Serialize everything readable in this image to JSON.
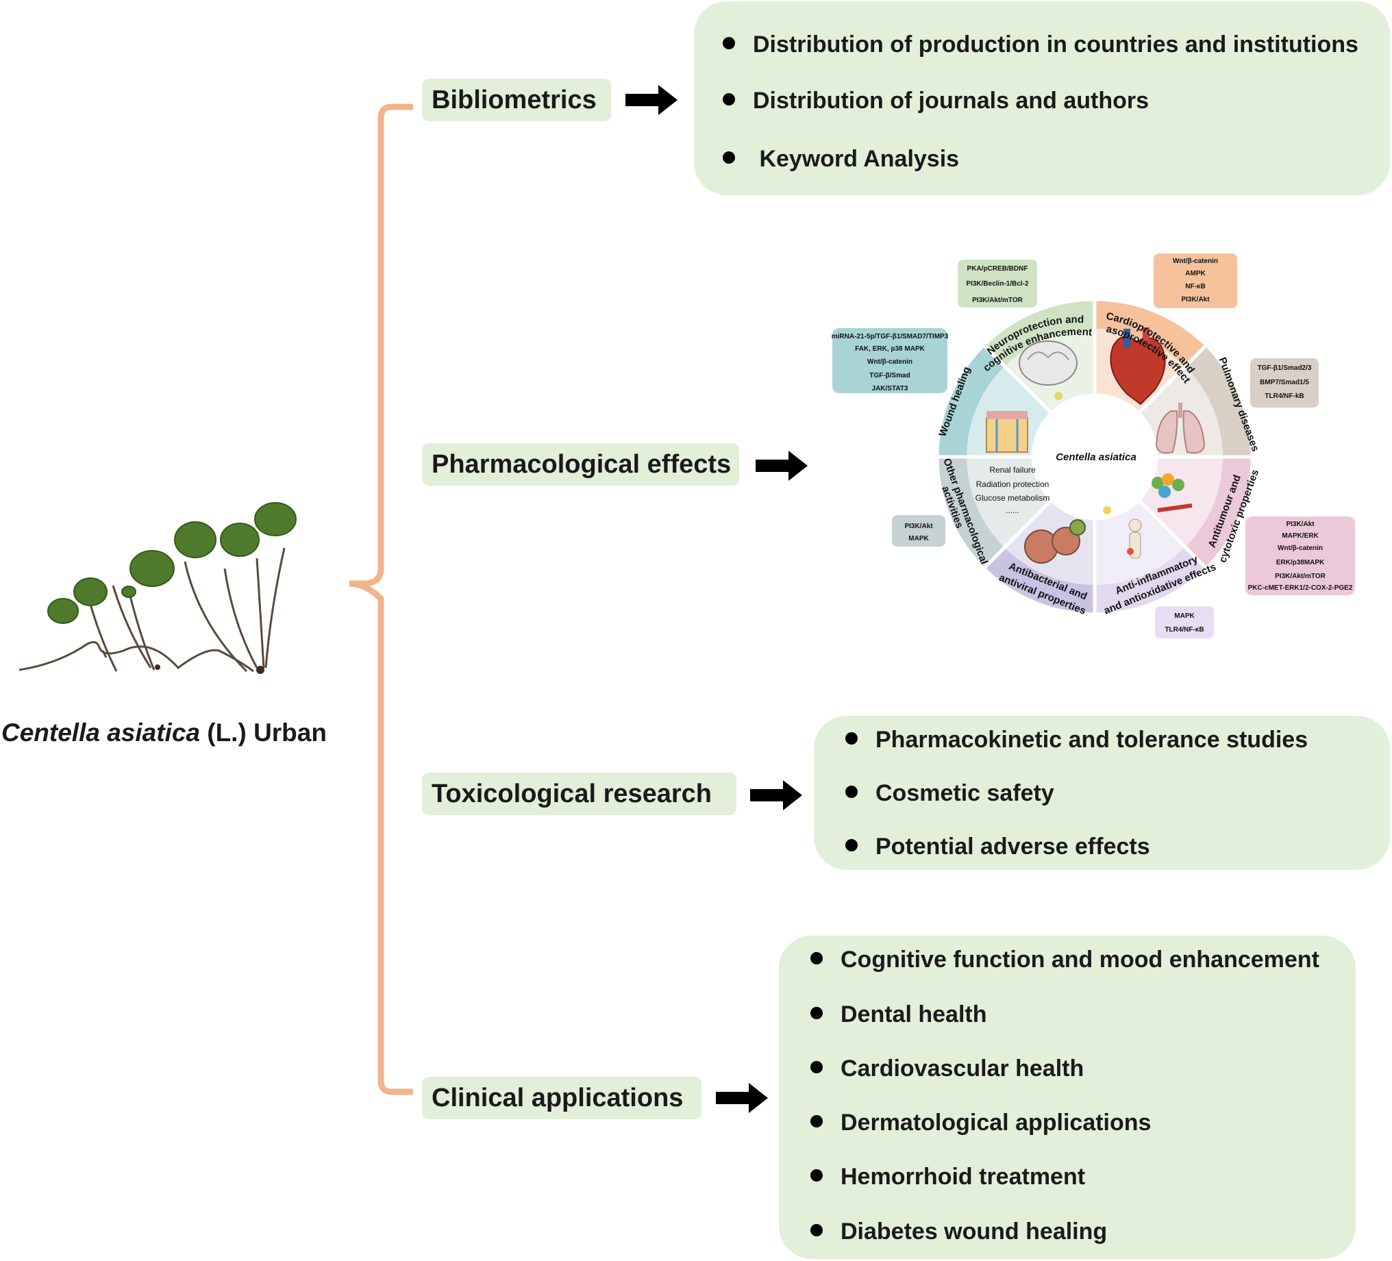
{
  "species": {
    "italic": "Centella asiatica",
    "rest": " (L.) Urban"
  },
  "branches": {
    "bibliometrics": {
      "label": "Bibliometrics",
      "items": [
        "Distribution of production in countries and institutions",
        "Distribution of journals and authors",
        " Keyword Analysis"
      ]
    },
    "pharmacological": {
      "label": "Pharmacological effects"
    },
    "toxicological": {
      "label": "Toxicological research",
      "items": [
        "Pharmacokinetic and tolerance studies",
        "Cosmetic safety",
        "Potential adverse effects"
      ]
    },
    "clinical": {
      "label": "Clinical applications",
      "items": [
        "Cognitive function and mood enhancement",
        "Dental health",
        "Cardiovascular health",
        "Dermatological applications",
        "Hemorrhoid treatment",
        "Diabetes wound healing"
      ]
    }
  },
  "wheel": {
    "center": "Centella asiatica",
    "segments": {
      "neuro": [
        "Neuroprotection and",
        "cognitive enhancement"
      ],
      "cardio": [
        "Cardioprotective and",
        "vasoprotective effects"
      ],
      "pulmonary": "Pulmonary diseases",
      "antitumour": [
        "Antitumour and",
        "cytotoxic properties"
      ],
      "antiinflam": [
        "Anti-inflammatory",
        "and antioxidative effects"
      ],
      "antibac": [
        "Antibacterial and",
        "antiviral properties"
      ],
      "other": [
        "Other pharmacological",
        "activities"
      ],
      "wound": "Wound healing"
    },
    "other_list": [
      "Renal failure",
      "Radiation protection",
      "Glucose metabolism",
      "......"
    ],
    "pathways": {
      "neuro": [
        "PKA/pCREB/BDNF",
        "PI3K/Beclin-1/Bcl-2",
        "PI3K/Akt/mTOR"
      ],
      "cardio": [
        "Wnt/β-catenin",
        "AMPK",
        "NF-κB",
        "PI3K/Akt"
      ],
      "pulmonary": [
        "TGF-β1/Smad2/3",
        "BMP7/Smad1/5",
        "TLR4/NF-kB"
      ],
      "antitumour": [
        "PI3K/Akt",
        "MAPK/ERK",
        "Wnt/β-catenin",
        "ERK/p38MAPK",
        "PI3K/Akt/mTOR",
        "PKC-cMET-ERK1/2-COX-2-PGE2"
      ],
      "antiinflam": [
        "MAPK",
        "TLR4/NF-κB"
      ],
      "other": [
        "PI3K/Akt",
        "MAPK"
      ],
      "wound": [
        "miRNA-21-5p/TGF-β1/SMAD7/TIMP3",
        "FAK, ERK, p38 MAPK",
        "Wnt/β-catenin",
        "TGF-β/Smad",
        "JAK/STAT3"
      ]
    }
  },
  "colors": {
    "brace": "#f2b48a",
    "box_fill": "#e2efd9",
    "neuro": "#cfe3c4",
    "cardio": "#f6c29c",
    "pulmonary": "#d9cfc5",
    "antitumour": "#ecc9d8",
    "antiinflam": "#e1d9ef",
    "antibac": "#c9c2e2",
    "other": "#c6d1d4",
    "wound": "#a8d3d7"
  }
}
